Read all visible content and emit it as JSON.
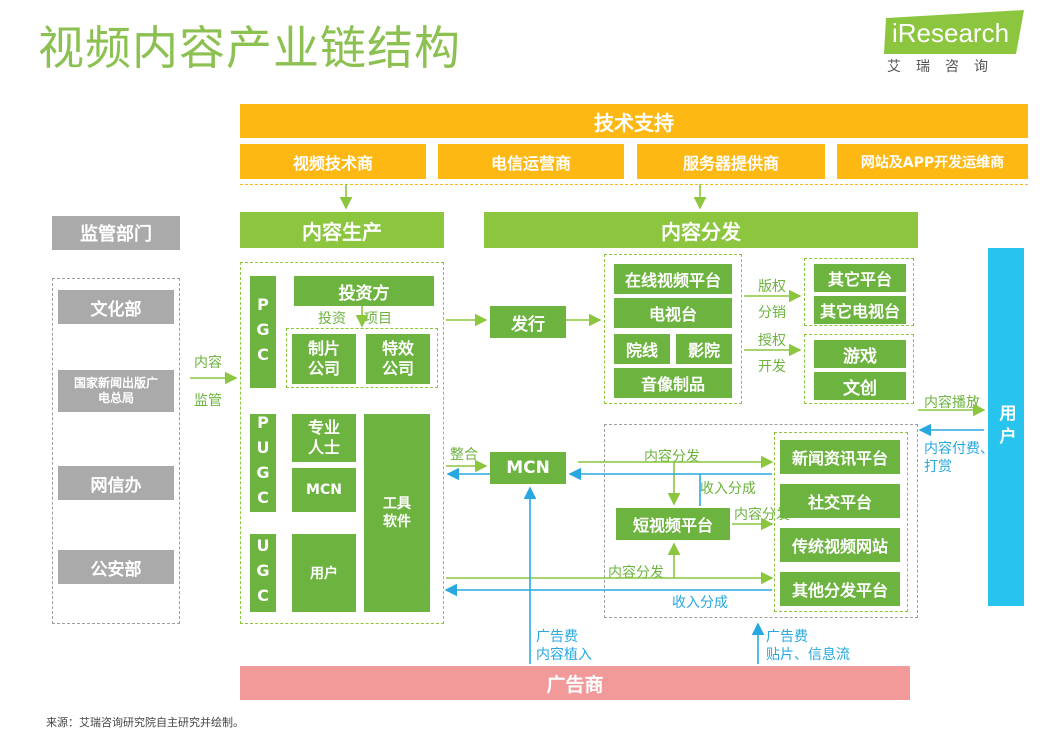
{
  "title": "视频内容产业链结构",
  "logo": {
    "main": "iResearch",
    "sub": "艾瑞咨询"
  },
  "tech_support": {
    "header": "技术支持",
    "items": [
      "视频技术商",
      "电信运营商",
      "服务器提供商",
      "网站及APP开发运维商"
    ]
  },
  "regulators": {
    "header": "监管部门",
    "items": [
      "文化部",
      "国家新闻出版广电总局",
      "网信办",
      "公安部"
    ],
    "arrow_label_1": "内容",
    "arrow_label_2": "监管"
  },
  "production": {
    "header": "内容生产",
    "pgc": {
      "label": "PGC",
      "investor": "投资方",
      "invest_label": "投资",
      "project_label": "项目",
      "film": "制片公司",
      "effects": "特效公司"
    },
    "pugc": {
      "label": "PUGC",
      "pro": "专业人士",
      "mcn": "MCN",
      "tools": "工具软件"
    },
    "ugc": {
      "label": "UGC",
      "user": "用户"
    }
  },
  "distribution": {
    "header": "内容分发",
    "issue": "发行",
    "online_video": "在线视频平台",
    "tv": "电视台",
    "cinema": "院线",
    "theater": "影院",
    "av": "音像制品",
    "copyright_label": "版权",
    "distribution_label": "分销",
    "license_label": "授权",
    "develop_label": "开发",
    "other_platform": "其它平台",
    "other_tv": "其它电视台",
    "game": "游戏",
    "creative": "文创",
    "integrate_label": "整合",
    "mcn": "MCN",
    "short_video": "短视频平台",
    "content_dist_label": "内容分发",
    "content_dist_label2": "内容分发",
    "content_dist_label3": "内容分发",
    "revenue_label": "收入分成",
    "revenue_label2": "收入分成",
    "platforms": [
      "新闻资讯平台",
      "社交平台",
      "传统视频网站",
      "其他分发平台"
    ]
  },
  "user": {
    "label": "用户",
    "play_label": "内容播放",
    "pay_label": "内容付费、打赏"
  },
  "advertiser": {
    "label": "广告商",
    "fee1": "广告费",
    "fee1_sub": "内容植入",
    "fee2": "广告费",
    "fee2_sub": "贴片、信息流"
  },
  "source": "来源：艾瑞咨询研究院自主研究并绘制。",
  "colors": {
    "orange": "#fdb813",
    "green": "#8cc63f",
    "blue": "#29c4ee",
    "pink": "#f29a9a",
    "grey": "#aaaaaa"
  }
}
